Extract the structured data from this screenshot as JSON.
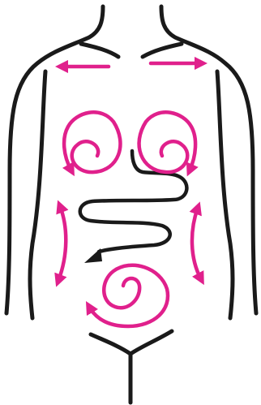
{
  "colors": {
    "background": "#ffffff",
    "outline": "#1a1a1a",
    "intestine": "#1a1a1a",
    "flow_arrows": "#e0208c"
  },
  "figure": {
    "subject": "torso-outline",
    "content": "massage-direction-arrows",
    "arrow_groups": [
      "chest-arrows",
      "upper-abdomen-spirals",
      "side-arrows",
      "lower-abdomen-spiral"
    ]
  }
}
